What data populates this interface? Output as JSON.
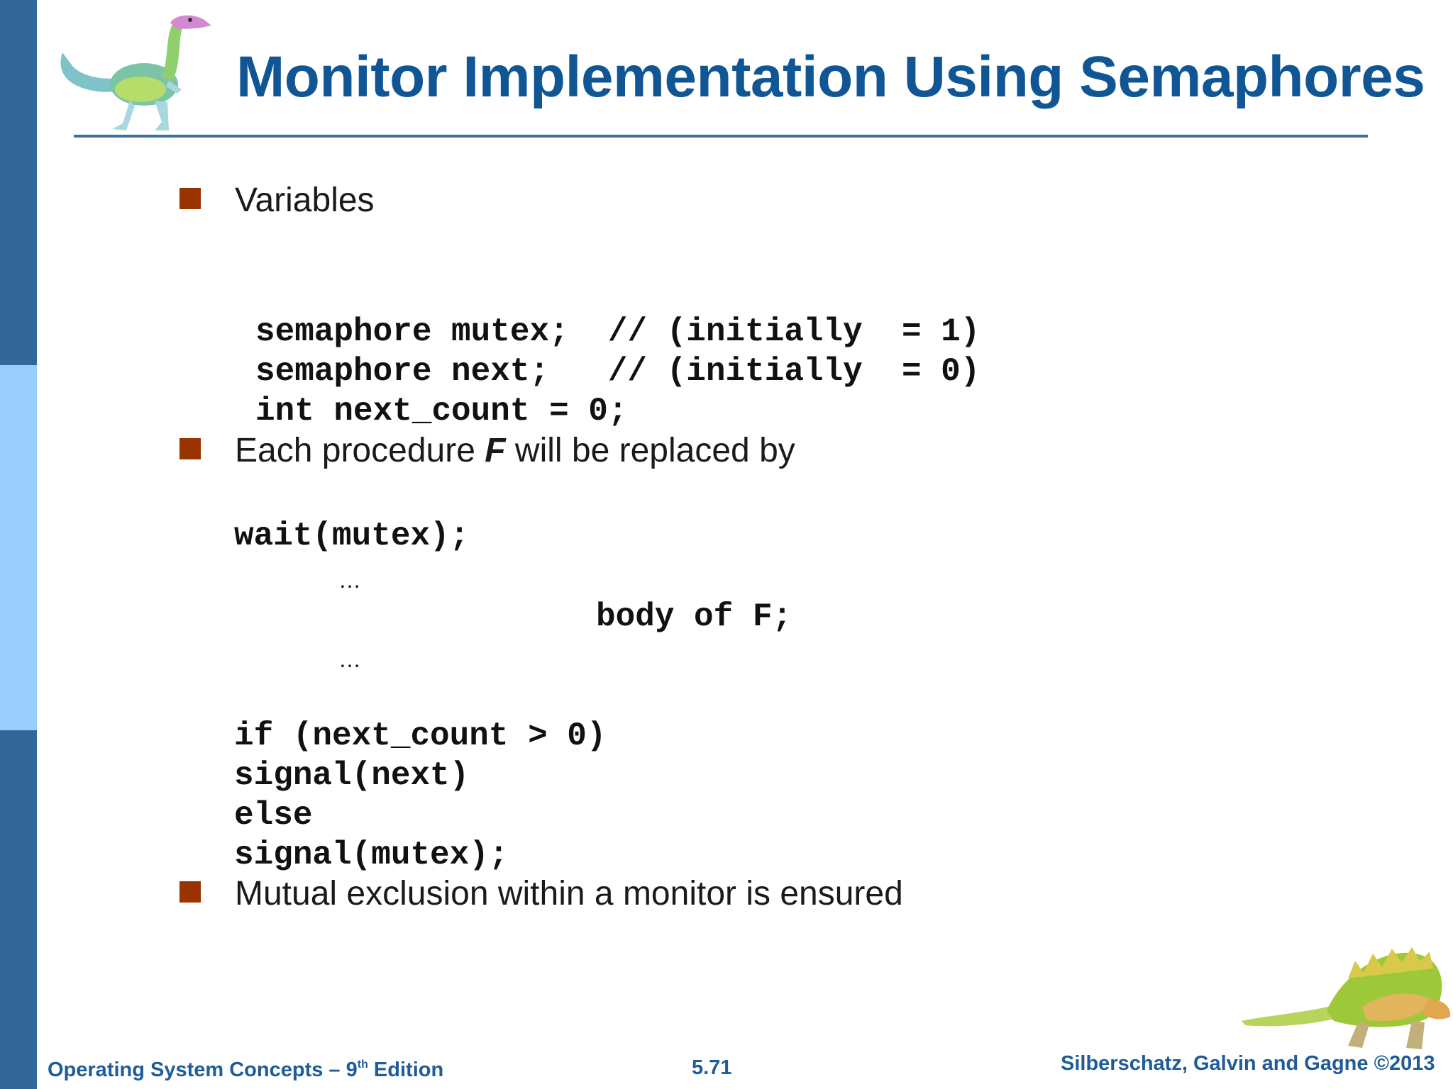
{
  "slide": {
    "title": "Monitor Implementation Using Semaphores",
    "bullets": [
      {
        "text": "Variables"
      },
      {
        "text_before": "Each procedure",
        "emphasis": "F",
        "text_after": "will be replaced by"
      },
      {
        "text": "Mutual exclusion within a monitor is ensured"
      }
    ],
    "variables_code": [
      "semaphore mutex;  // (initially  = 1)",
      "semaphore next;   // (initially  = 0)",
      "int next_count = 0;"
    ],
    "procedure_code": {
      "line1": "wait(mutex);",
      "ellipsis1": "…",
      "body": "body of F;",
      "ellipsis2": "…",
      "tail": [
        "if (next_count > 0)",
        "signal(next)",
        "else",
        "signal(mutex);"
      ]
    }
  },
  "footer": {
    "left_prefix": "Operating System Concepts – 9",
    "left_sup": "th",
    "left_suffix": " Edition",
    "center": "5.71",
    "right": "Silberschatz, Galvin and Gagne ©2013"
  },
  "colors": {
    "title": "#105694",
    "bullet": "#993300",
    "sidebar_dark": "#336699",
    "sidebar_light": "#99ccff",
    "footer": "#1f5c99"
  }
}
